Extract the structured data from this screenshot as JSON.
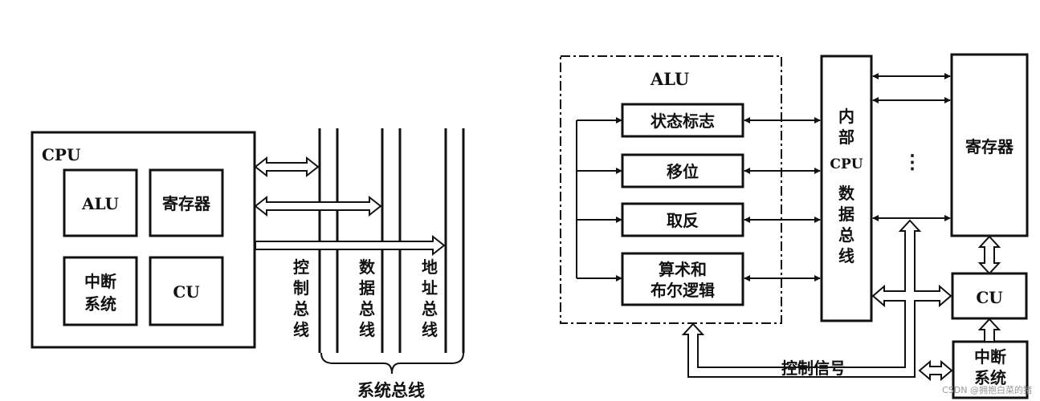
{
  "left_diagram": {
    "cpu_label": "CPU",
    "modules": {
      "alu": "ALU",
      "registers": "寄存器",
      "interrupt": [
        "中断",
        "系统"
      ],
      "cu": "CU"
    },
    "buses": {
      "control": [
        "控",
        "制",
        "总",
        "线"
      ],
      "data": [
        "数",
        "据",
        "总",
        "线"
      ],
      "address": [
        "地",
        "址",
        "总",
        "线"
      ]
    },
    "system_bus_label": "系统总线"
  },
  "right_diagram": {
    "alu_label": "ALU",
    "alu_units": {
      "status_flags": "状态标志",
      "shift": "移位",
      "negate": "取反",
      "arith_logic": [
        "算术和",
        "布尔逻辑"
      ]
    },
    "internal_bus": [
      "内",
      "部",
      "CPU",
      "数",
      "据",
      "总",
      "线"
    ],
    "ellipsis": "⋮",
    "registers": "寄存器",
    "cu": "CU",
    "interrupt": [
      "中断",
      "系统"
    ],
    "control_signal": "控制信号"
  },
  "watermark": "CSDN @拥抱白菜的猪"
}
